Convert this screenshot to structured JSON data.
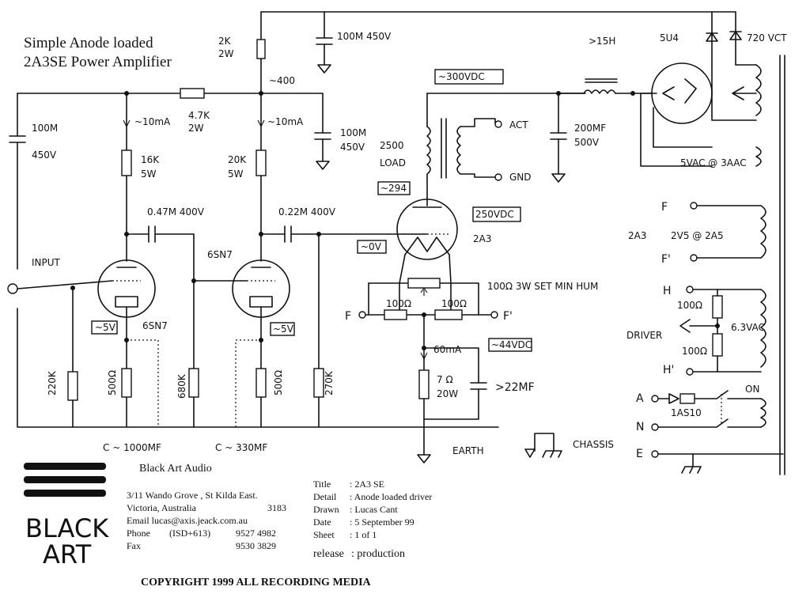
{
  "title": {
    "line1": "Simple Anode loaded",
    "line2": "2A3SE Power Amplifier"
  },
  "labels": {
    "input": "INPUT",
    "c_in": "100M",
    "c_in_v": "450V",
    "r_supply": "2K",
    "r_supply_w": "2W",
    "v_400": "~400",
    "c_top": "100M 450V",
    "r_47k": "4.7K",
    "r_47k_w": "2W",
    "i1": "~10mA",
    "i2": "~10mA",
    "r16k": "16K",
    "r16k_w": "5W",
    "r20k": "20K",
    "r20k_w": "5W",
    "c_mid": "100M",
    "c_mid_v": "450V",
    "cc1": "0.47M 400V",
    "cc2": "0.22M 400V",
    "tube1": "6SN7",
    "tube2": "6SN7",
    "v5a": "~5V",
    "v5b": "~5V",
    "r220k": "220K",
    "r500a": "500Ω",
    "r680k": "680K",
    "r500b": "500Ω",
    "r270k": "270K",
    "cap1000": "C ~ 1000MF",
    "cap330": "C ~ 330MF",
    "v300": "~300VDC",
    "choke": ">15H",
    "rect": "5U4",
    "v720": "720 VCT",
    "act": "ACT",
    "gnd": "GND",
    "load": "2500",
    "load2": "LOAD",
    "v294": "~294",
    "c200": "200MF",
    "c200_v": "500V",
    "fil5": "5VAC @ 3AAC",
    "v250": "250VDC",
    "tube3": "2A3",
    "v0": "~0V",
    "hum": "100Ω 3W SET MIN HUM",
    "r100a": "100Ω",
    "r100b": "100Ω",
    "f": "F",
    "f_prime": "F'",
    "v44": "~44VDC",
    "i60": "60mA",
    "r7c": "7 Ω",
    "r7c_w": "20W",
    "c22": ">22MF",
    "earth": "EARTH",
    "chassis": "CHASSIS",
    "fil_2a3": "2A3",
    "fil_v": "2V5 @ 2A5",
    "h": "H",
    "h_prime": "H'",
    "r100c": "100Ω",
    "r100d": "100Ω",
    "driver": "DRIVER",
    "v63": "6.3VAC",
    "a": "A",
    "n": "N",
    "e": "E",
    "fuse": "1AS10",
    "on": "ON"
  },
  "company": {
    "logo_line1": "BLACK",
    "logo_line2": "ART",
    "name": "Black Art Audio",
    "addr1": "3/11 Wando Grove , St Kilda East.",
    "addr2": "Victoria, Australia",
    "postcode": "3183",
    "email": "Email lucas@axis.jeack.com.au",
    "phone_label": "Phone",
    "phone_code": "(ISD+613)",
    "phone": "9527 4982",
    "fax_label": "Fax",
    "fax": "9530 3829"
  },
  "titleblock": {
    "title_k": "Title",
    "title_v": ": 2A3 SE",
    "detail_k": "Detail",
    "detail_v": ": Anode loaded driver",
    "drawn_k": "Drawn",
    "drawn_v": ": Lucas Cant",
    "date_k": "Date",
    "date_v": ": 5 September 99",
    "sheet_k": "Sheet",
    "sheet_v": ": 1 of 1",
    "release_k": "release",
    "release_v": ": production"
  },
  "copyright": "COPYRIGHT 1999 ALL RECORDING MEDIA"
}
